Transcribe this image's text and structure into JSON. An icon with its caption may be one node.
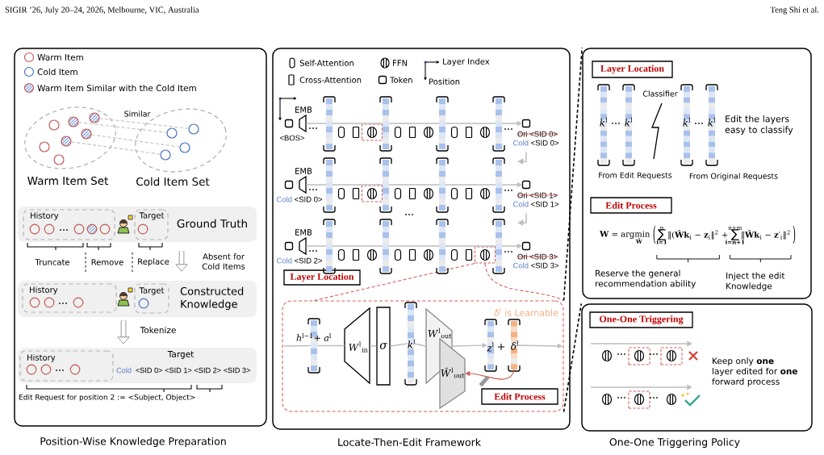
{
  "diagram": {
    "nodes": [
      {
        "text": [
          "Position-Wise Knowledge Preparation"
        ]
      },
      {
        "text": [
          "Warm Item Set"
        ],
        "in": 0
      },
      {
        "text": [],
        "shape": "circle",
        "in": 1
      },
      {
        "text": [],
        "shape": "circle",
        "in": 1
      },
      {
        "text": [],
        "shape": "circle",
        "in": 1
      },
      {
        "text": [],
        "shape": "circle",
        "in": 1
      },
      {
        "text": [],
        "shape": "circle",
        "in": 1
      },
      {
        "text": [],
        "shape": "circle",
        "in": 1
      },
      {
        "text": [],
        "shape": "circle",
        "in": 1
      },
      {
        "text": [
          "Cold Item Set"
        ],
        "in": 0
      },
      {
        "text": [],
        "shape": "circle",
        "in": 9
      },
      {
        "text": [],
        "shape": "circle",
        "in": 9
      },
      {
        "text": [],
        "shape": "circle",
        "in": 9
      },
      {
        "text": [],
        "shape": "circle",
        "in": 9
      },
      {
        "text": [
          "Ground Truth"
        ],
        "in": 0
      },
      {
        "text": [
          "History"
        ],
        "in": 14
      },
      {
        "text": [
          "Target"
        ],
        "in": 14
      },
      {
        "text": [
          "Constructed Knowledge"
        ],
        "in": 0
      },
      {
        "text": [
          "History"
        ],
        "in": 17
      },
      {
        "text": [
          "Target"
        ],
        "in": 17
      },
      {
        "text": [
          "Target",
          "Cold",
          "<SID 0> <SID 1> <SID 2> <SID 3>"
        ],
        "in": 0
      },
      {
        "text": [
          "History"
        ],
        "in": 20
      },
      {
        "text": [
          "Locate-Then-Edit Framework"
        ]
      },
      {
        "text": [],
        "shape": "box",
        "beside": [
          "<BOS>"
        ],
        "in": 22
      },
      {
        "text": [
          "EMB"
        ],
        "in": 22
      },
      {
        "text": [],
        "shape": "box",
        "in": 22
      },
      {
        "text": [],
        "shape": "box",
        "beside": [
          "Ori <SID 0>",
          "Cold",
          "<SID 0>"
        ],
        "in": 22
      },
      {
        "text": [],
        "shape": "box",
        "beside": [
          "Cold",
          "<SID 0>"
        ],
        "in": 22
      },
      {
        "text": [
          "EMB"
        ],
        "in": 22
      },
      {
        "text": [],
        "shape": "box",
        "in": 22
      },
      {
        "text": [],
        "shape": "box",
        "beside": [
          "Ori <SID 1>",
          "Cold",
          "<SID 1>"
        ],
        "in": 22
      },
      {
        "text": [],
        "shape": "box",
        "beside": [
          "Cold",
          "<SID 2>"
        ],
        "in": 22
      },
      {
        "text": [
          "EMB"
        ],
        "in": 22
      },
      {
        "text": [],
        "shape": "box",
        "in": 22
      },
      {
        "text": [],
        "shape": "box",
        "beside": [
          "Ori <SID 3>",
          "Cold",
          "<SID 3>"
        ],
        "in": 22
      },
      {
        "text": [
          "Layer Location"
        ],
        "in": 22
      },
      {
        "text": [
          "*δ*$^{l}$ is Learnable"
        ],
        "in": 22
      },
      {
        "text": [
          "*h*$^{l−1}$+ *a*$^{l}$"
        ],
        "in": 36
      },
      {
        "text": [
          "*W*$^{l}$$_{in}$"
        ],
        "in": 36
      },
      {
        "text": [
          "σ"
        ],
        "in": 36
      },
      {
        "text": [
          "*k*$^{l}$"
        ],
        "in": 36
      },
      {
        "text": [
          "*W*$^{l}$$_{out}$"
        ],
        "in": 36
      },
      {
        "text": [
          "*Ŵ*$^{l}$$_{out}$"
        ],
        "in": 36
      },
      {
        "text": [
          "*z*$^{l}$"
        ],
        "in": 36
      },
      {
        "text": [
          "*δ*$^{l}$"
        ],
        "in": 36
      },
      {
        "text": [
          "Edit Process"
        ],
        "in": 36
      },
      {
        "text": [],
        "shape": "box"
      },
      {
        "text": [
          "Layer Location"
        ],
        "in": 46
      },
      {
        "text": [
          "*k*$^{l}$"
        ],
        "in": 46
      },
      {
        "text": [
          "*k*$^{l}$"
        ],
        "in": 46
      },
      {
        "text": [
          "*k*$^{l}$"
        ],
        "in": 46
      },
      {
        "text": [
          "*k*$^{l}$"
        ],
        "in": 46
      },
      {
        "text": [
          "Edit Process"
        ],
        "in": 46
      },
      {
        "text": [
          "One-One Triggering Policy"
        ]
      },
      {
        "text": [
          "One-One Triggering"
        ],
        "in": 53
      },
      {
        "text": [],
        "shape": "box",
        "in": 53
      },
      {
        "text": [],
        "shape": "box",
        "in": 53
      },
      {
        "text": [],
        "shape": "box",
        "in": 53
      }
    ],
    "edges": [
      {
        "from": 4,
        "to": 11,
        "arrow": "none",
        "style": "dashed",
        "label": "Similar"
      },
      {
        "from": 3,
        "to": 10,
        "arrow": "none",
        "style": "dashed"
      },
      {
        "from": 7,
        "to": 13,
        "arrow": "none",
        "style": "dashed"
      },
      {
        "from": 6,
        "to": 12,
        "arrow": "none",
        "style": "dashed"
      },
      {
        "from": 14,
        "to": 17,
        "arrow": "to",
        "style": "thick",
        "color": "#7f7f7f",
        "label": "Absent for Cold Items"
      },
      {
        "from": 17,
        "to": 20,
        "arrow": "to",
        "style": "thick",
        "color": "#7f7f7f",
        "label": "Tokenize"
      },
      {
        "from": 24,
        "to": 26,
        "arrow": "to"
      },
      {
        "from": 26,
        "to": null,
        "arrow": "to"
      },
      {
        "from": 28,
        "to": 30,
        "arrow": "to"
      },
      {
        "from": 30,
        "to": null,
        "arrow": "to"
      },
      {
        "from": 32,
        "to": 34,
        "arrow": "to"
      },
      {
        "from": 33,
        "to": 36,
        "arrow": "none",
        "style": "dashed",
        "color": "#d05a55"
      },
      {
        "from": 33,
        "to": 36,
        "arrow": "none",
        "style": "dashed",
        "color": "#d05a55"
      },
      {
        "from": 36,
        "to": 46,
        "arrow": "none",
        "style": "dashed",
        "color": "#000000"
      },
      {
        "from": 36,
        "to": 53,
        "arrow": "none",
        "style": "dashed",
        "color": "#000000"
      },
      {
        "from": null,
        "to": 37,
        "arrow": "none"
      },
      {
        "from": 37,
        "to": 38,
        "arrow": "none"
      },
      {
        "from": 38,
        "to": 39,
        "arrow": "none"
      },
      {
        "from": 39,
        "to": 40,
        "arrow": "none"
      },
      {
        "from": 40,
        "to": 41,
        "arrow": "none"
      },
      {
        "from": 41,
        "to": 43,
        "arrow": "to"
      },
      {
        "from": 44,
        "to": null,
        "arrow": "to"
      },
      {
        "from": 44,
        "to": 42,
        "arrow": "to",
        "color": "#d05a55"
      }
    ],
    "labels": [
      "SIGIR ’26, July 20–24, 2026, Melbourne, VIC, Australia",
      "Teng Shi et al.",
      "Truncate",
      "Remove",
      "Replace",
      "Edit Request for position 2 := <Subject, Object>",
      "+",
      "Classifier",
      "Edit the layers easy to classify",
      "From Edit Requests",
      "From Original Requests",
      "**W** = argmin",
      "Ŵ",
      "(",
      "∑",
      "n",
      "i=1",
      "‖(**Ŵk**$_{i}$ − **z**$_{i}$‖$^{2}$ +",
      "∑",
      "n+m",
      "i=n+1",
      "‖**Ŵk**$_{i}$ − **z**′$_{i}$‖$^{2}$",
      ")",
      "Reserve the general recommendation ability",
      "Inject the edit Knowledge",
      "Keep only **one** layer edited for **one** forward process"
    ],
    "legend": [
      {
        "text": "Warm Item"
      },
      {
        "text": "Cold Item"
      },
      {
        "text": "Warm Item Similar with the Cold Item"
      },
      {
        "text": "Self-Attention"
      },
      {
        "text": "FFN"
      },
      {
        "text": "Layer Index"
      },
      {
        "text": "Cross-Attention"
      },
      {
        "text": "Token"
      },
      {
        "text": "Position"
      }
    ]
  }
}
